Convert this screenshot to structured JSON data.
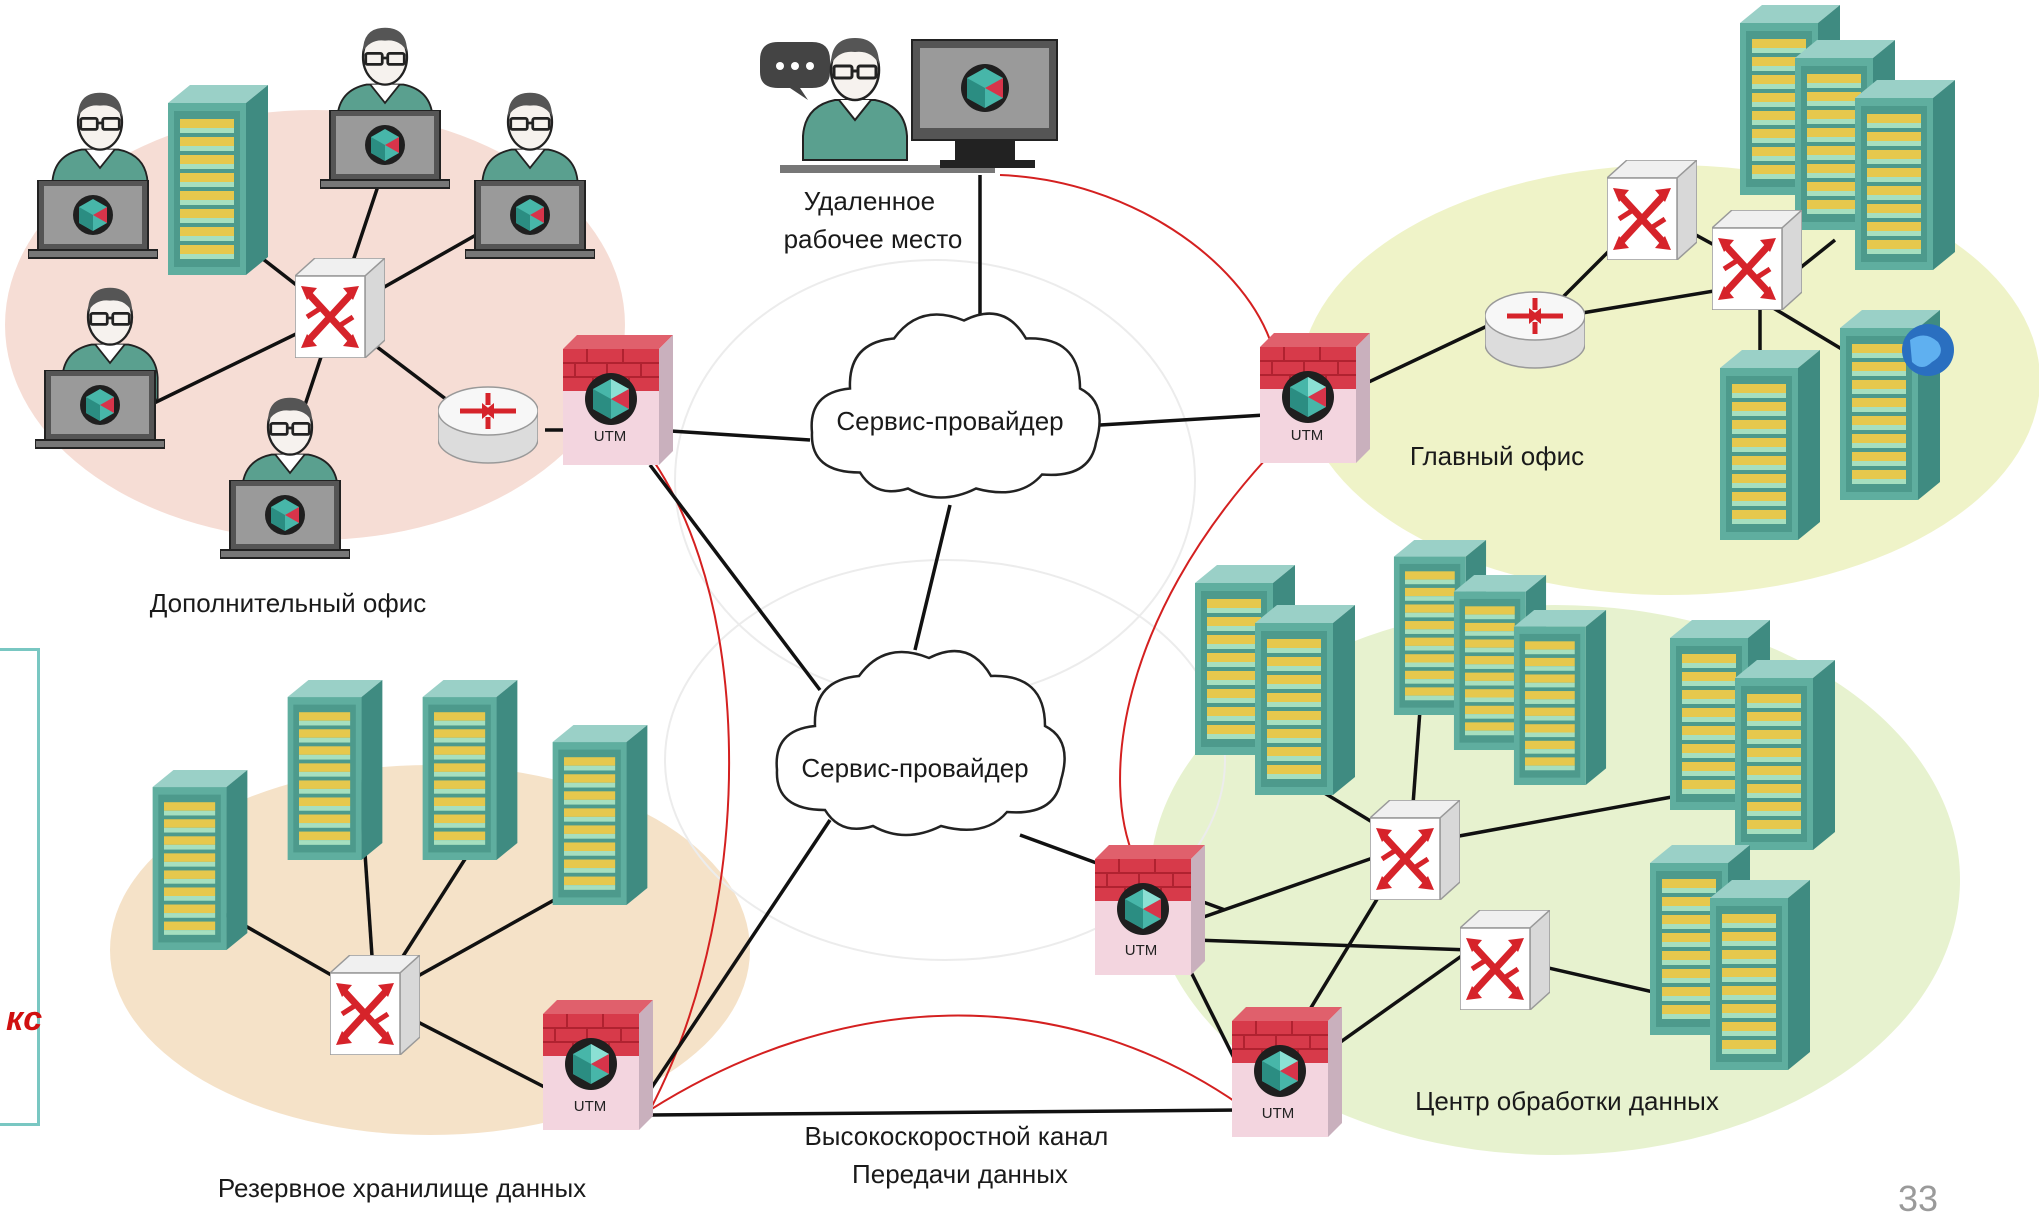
{
  "labels": {
    "remote_workplace": "Удаленное\nрабочее место",
    "cloud_top": "Сервис-провайдер",
    "cloud_bottom": "Сервис-провайдер",
    "branch_office": "Дополнительный офис",
    "main_office": "Главный офис",
    "backup_storage": "Резервное хранилище данных",
    "data_center": "Центр обработки данных",
    "high_speed_channel": "Высокоскоростной канал\nПередачи данных",
    "utm": "UTM"
  },
  "side_note": {
    "text": "кс"
  },
  "page_number": "33",
  "colors": {
    "branch_bg": "#f6ddd5",
    "main_bg": "#eff3c8",
    "backup_bg": "#f5e2c8",
    "dc_bg": "#e7f2cf",
    "red_link": "#d42020",
    "firewall_brick": "#d73a4a",
    "server_teal": "#5ca79c"
  },
  "icons": [
    "user-icon",
    "laptop-icon",
    "monitor-icon",
    "server-icon",
    "switch-icon",
    "router-icon",
    "firewall-icon",
    "cloud-icon",
    "globe-icon",
    "chat-bubble-icon"
  ]
}
